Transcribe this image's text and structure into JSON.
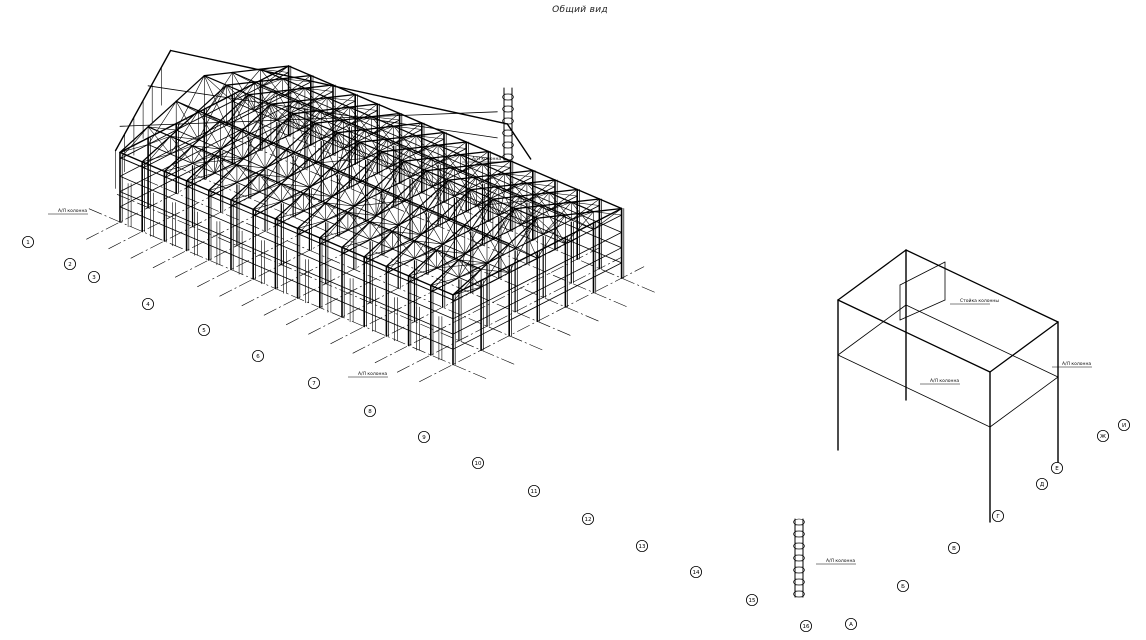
{
  "title": "Общий вид",
  "callouts": [
    {
      "id": "c1",
      "text": "А/Л колонна"
    },
    {
      "id": "c2",
      "text": "А/Л колонна"
    },
    {
      "id": "c3",
      "text": "А/Л колонна"
    },
    {
      "id": "c4",
      "text": "Стойка колонны"
    },
    {
      "id": "c5",
      "text": "А/Л колонна"
    },
    {
      "id": "c6",
      "text": "А/Л колонна"
    },
    {
      "id": "c7",
      "text": "А/Л колонна"
    }
  ],
  "axes_numeric": [
    "1",
    "2",
    "3",
    "4",
    "5",
    "6",
    "7",
    "8",
    "9",
    "10",
    "11",
    "12",
    "13",
    "14",
    "15",
    "16"
  ],
  "axes_letter": [
    "А",
    "Б",
    "В",
    "Г",
    "Д",
    "Е",
    "Ж",
    "И"
  ]
}
